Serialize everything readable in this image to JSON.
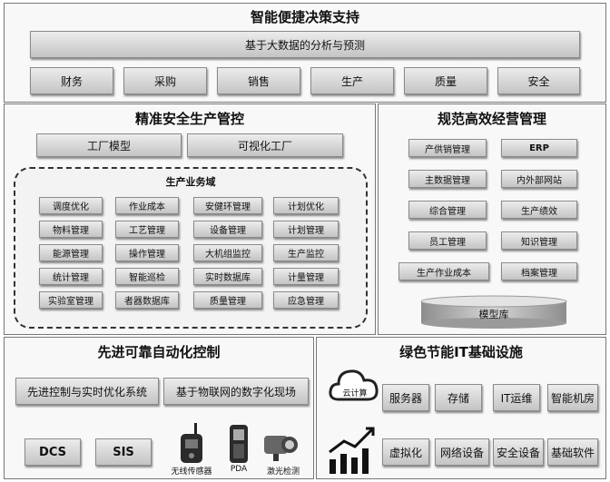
{
  "top": {
    "title": "智能便捷决策支持",
    "banner": "基于大数据的分析与预测",
    "items": [
      "财务",
      "采购",
      "销售",
      "生产",
      "质量",
      "安全"
    ]
  },
  "precision": {
    "title": "精准安全生产管控",
    "buttons": [
      "工厂模型",
      "可视化工厂"
    ],
    "domain_title": "生产业务域",
    "grid": [
      [
        "调度优化",
        "作业成本",
        "安健环管理",
        "计划优化"
      ],
      [
        "物料管理",
        "工艺管理",
        "设备管理",
        "计划管理"
      ],
      [
        "能源管理",
        "操作管理",
        "大机组监控",
        "生产监控"
      ],
      [
        "统计管理",
        "智能巡检",
        "实时数据库",
        "计量管理"
      ],
      [
        "实验室管理",
        "者器数据库",
        "质量管理",
        "应急管理"
      ]
    ]
  },
  "management": {
    "title": "规范高效经营管理",
    "left": [
      "产供销管理",
      "主数据管理",
      "综合管理",
      "员工管理",
      "生产作业成本"
    ],
    "right": [
      "ERP",
      "内外部网站",
      "生产绩效",
      "知识管理",
      "档案管理"
    ],
    "db_label": "模型库"
  },
  "automation": {
    "title": "先进可靠自动化控制",
    "buttons": [
      "先进控制与实时优化系统",
      "基于物联网的数字化现场"
    ],
    "systems": [
      "DCS",
      "SIS"
    ],
    "devices": [
      "无线传感器",
      "PDA",
      "激光检测"
    ]
  },
  "infra": {
    "title": "绿色节能IT基础设施",
    "cloud_label": "云计算",
    "row1": [
      "服务器",
      "存储",
      "IT运维",
      "智能机房"
    ],
    "row2": [
      "虚拟化",
      "网络设备",
      "安全设备",
      "基础软件"
    ]
  }
}
